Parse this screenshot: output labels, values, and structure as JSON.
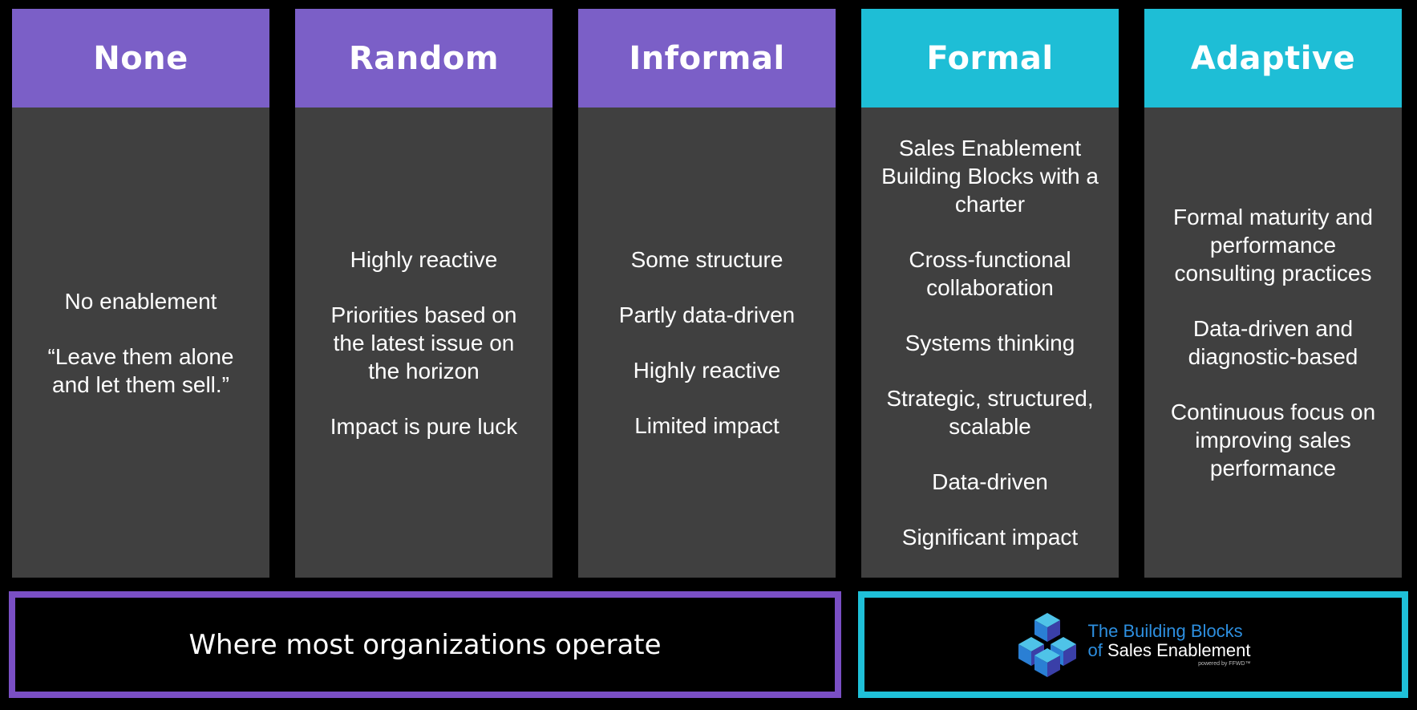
{
  "colors": {
    "purple": "#7b5fc7",
    "cyan": "#1ebed6",
    "card_body": "#404040",
    "banner_left_border": "#7a4fc4",
    "banner_right_border": "#1fc0d8",
    "logo_blue": "#2d8fe0"
  },
  "columns": [
    {
      "title": "None",
      "items": [
        "No enablement",
        "“Leave them alone and let them sell.”"
      ]
    },
    {
      "title": "Random",
      "items": [
        "Highly reactive",
        "Priorities based on the latest issue on the horizon",
        "Impact is pure luck"
      ]
    },
    {
      "title": "Informal",
      "items": [
        "Some structure",
        "Partly data-driven",
        "Highly reactive",
        "Limited impact"
      ]
    },
    {
      "title": "Formal",
      "items": [
        "Sales Enablement Building Blocks with a charter",
        "Cross-functional collaboration",
        "Systems thinking",
        "Strategic, structured, scalable",
        "Data-driven",
        "Significant impact"
      ]
    },
    {
      "title": "Adaptive",
      "items": [
        "Formal maturity and performance consulting practices",
        "Data-driven and diagnostic-based",
        "Continuous focus on improving sales performance"
      ]
    }
  ],
  "banner_left": {
    "text": "Where most organizations operate"
  },
  "logo": {
    "line1": "The Building Blocks",
    "line2_of": "of",
    "line2_rest": "Sales Enablement",
    "small": "powered by FFWD™",
    "icon": "stacked-cubes-icon"
  }
}
